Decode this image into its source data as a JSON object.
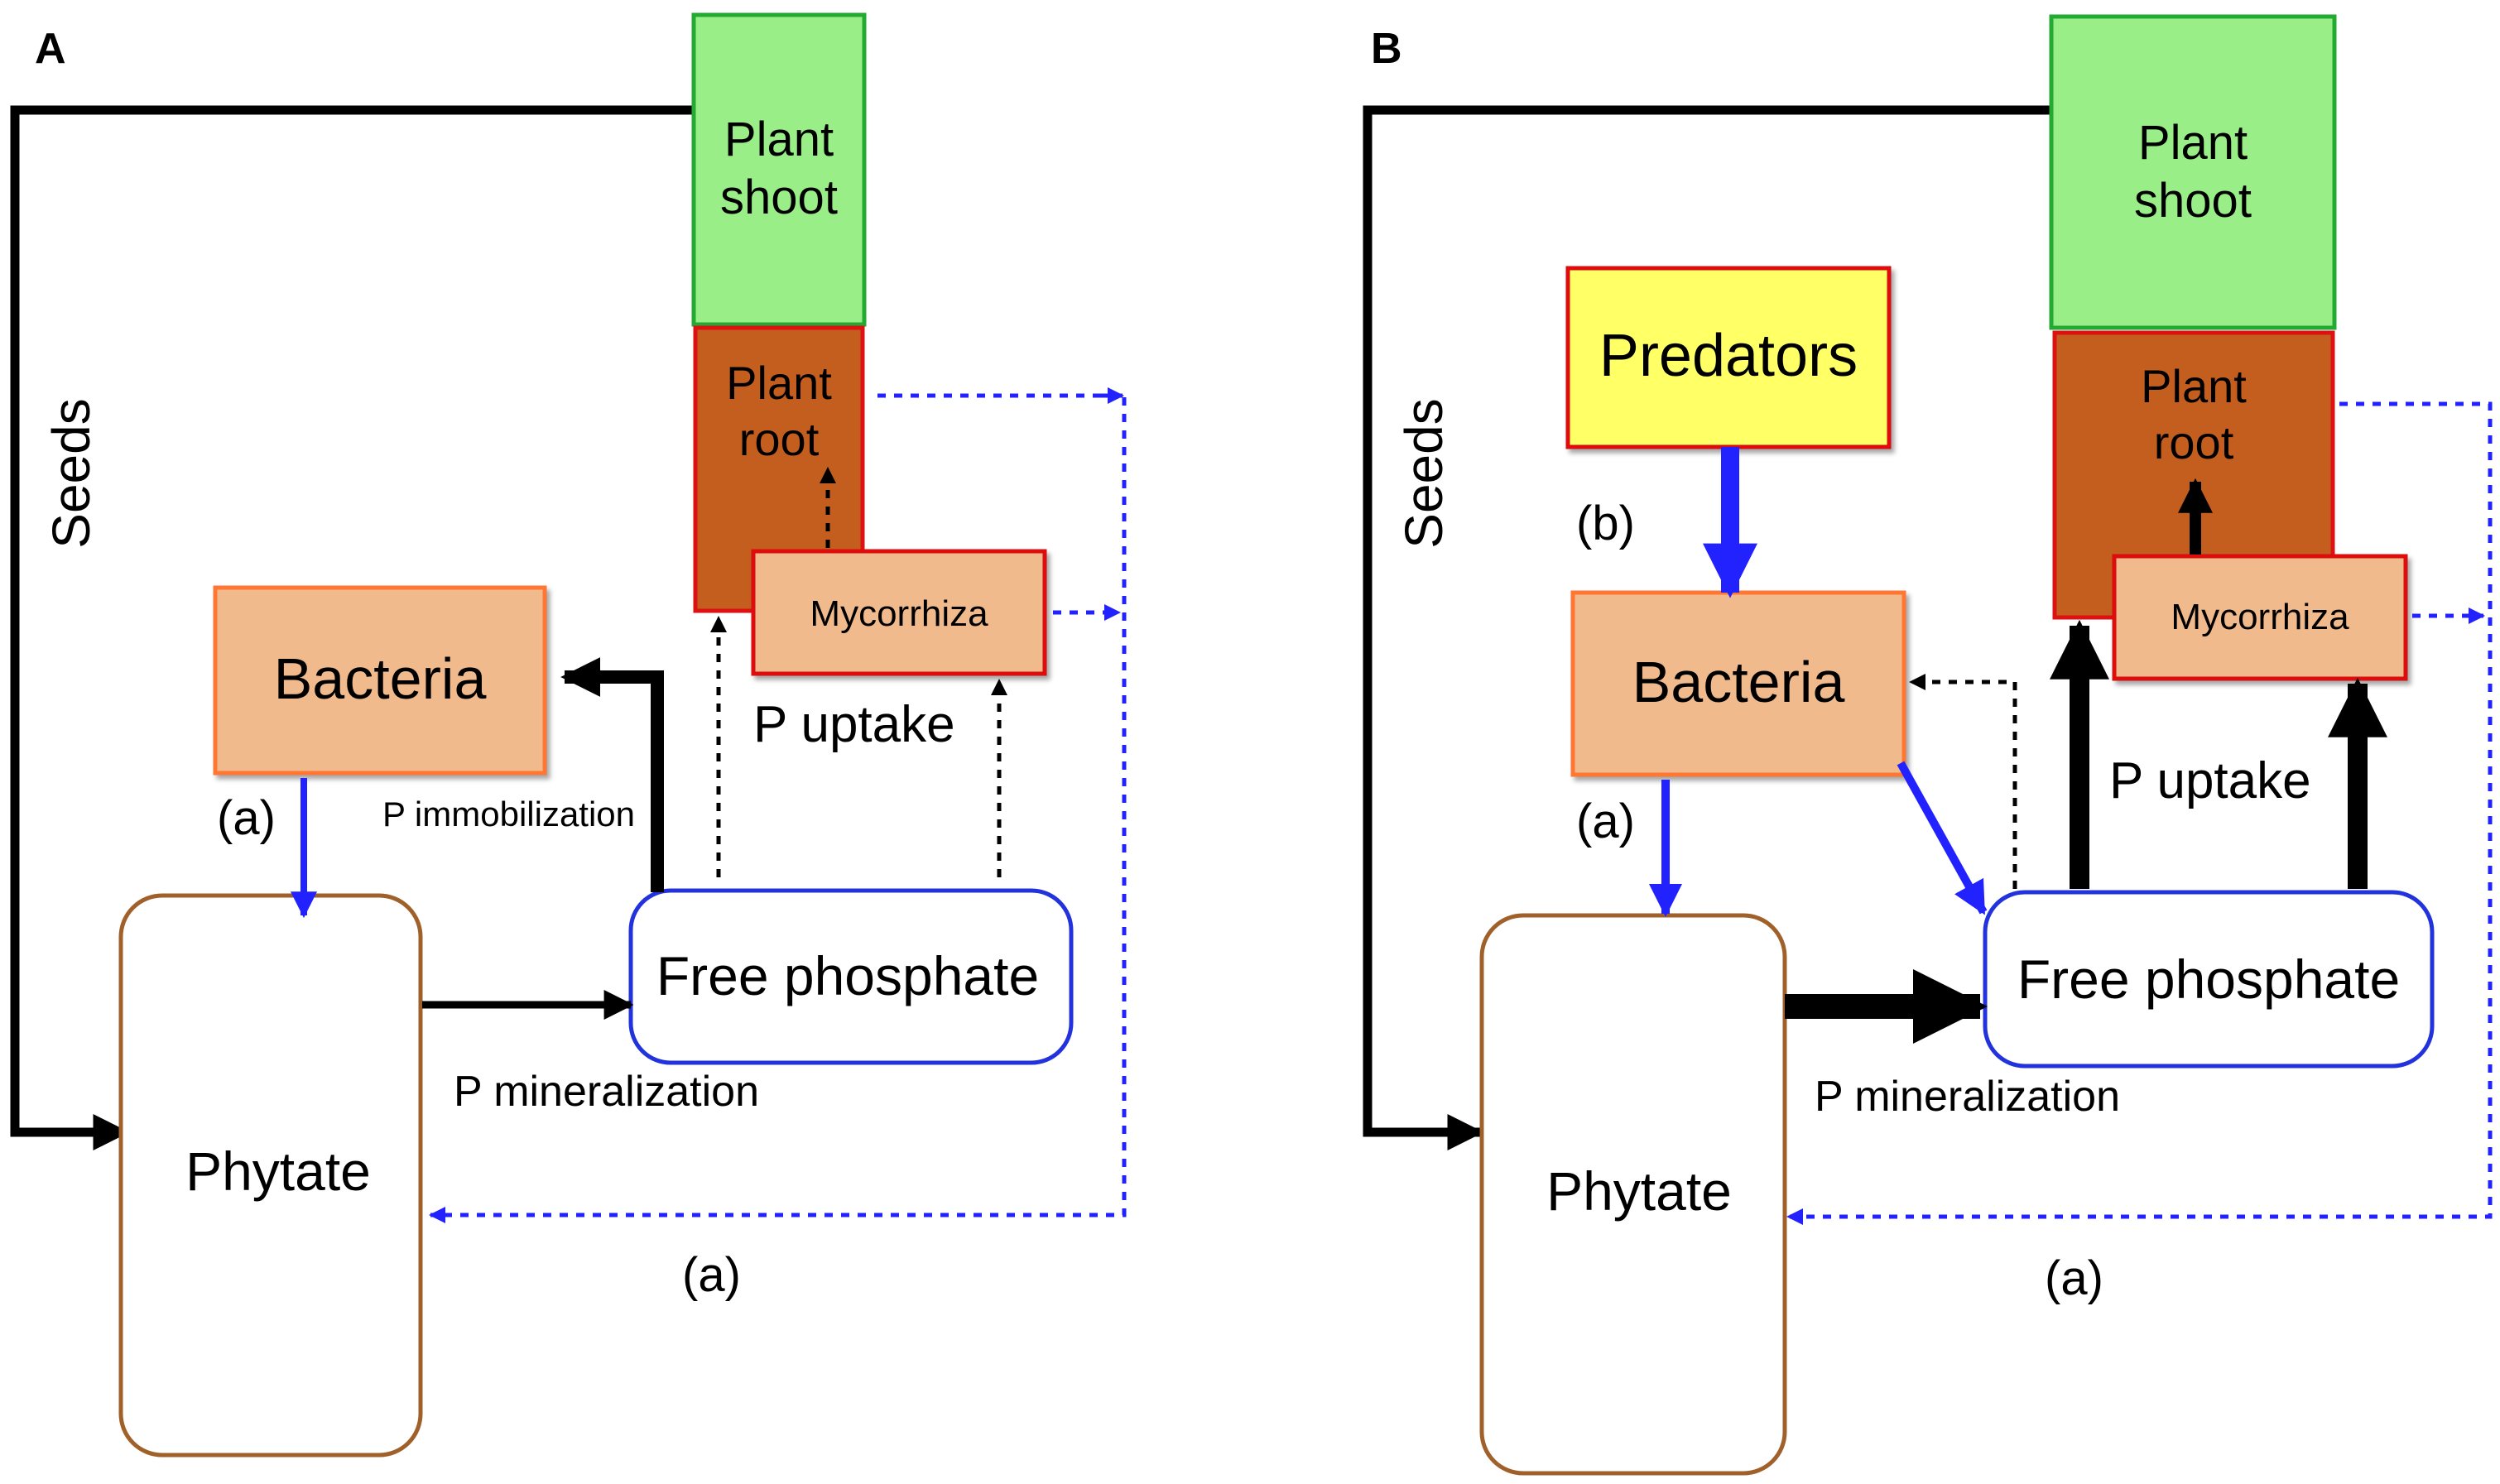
{
  "panelA": {
    "letter": "A",
    "nodes": {
      "plant_shoot": [
        "Plant",
        "shoot"
      ],
      "plant_root": [
        "Plant",
        "root"
      ],
      "mycorrhiza": "Mycorrhiza",
      "bacteria": "Bacteria",
      "phytate": "Phytate",
      "free_phosphate": "Free phosphate"
    },
    "labels": {
      "seeds": "Seeds",
      "p_uptake": "P uptake",
      "p_immobilization": "P immobilization",
      "p_mineralization": "P mineralization",
      "a_bacteria": "(a)",
      "a_bottom": "(a)"
    }
  },
  "panelB": {
    "letter": "B",
    "nodes": {
      "plant_shoot": [
        "Plant",
        "shoot"
      ],
      "plant_root": [
        "Plant",
        "root"
      ],
      "mycorrhiza": "Mycorrhiza",
      "predators": "Predators",
      "bacteria": "Bacteria",
      "phytate": "Phytate",
      "free_phosphate": "Free phosphate"
    },
    "labels": {
      "seeds": "Seeds",
      "p_uptake": "P uptake",
      "p_mineralization": "P mineralization",
      "b_predators": "(b)",
      "a_bacteria": "(a)",
      "a_bottom": "(a)"
    }
  },
  "colors": {
    "shoot_fill": "#99ee88",
    "shoot_border": "#22aa33",
    "root_fill": "#c45e1f",
    "root_border": "#dd1111",
    "microbe_fill": "#f0ba8c",
    "bacteria_border": "#ff7733",
    "mycorrhiza_border": "#dd1111",
    "predators_fill": "#ffff66",
    "predators_border": "#dd1111",
    "phytate_border": "#a0602a",
    "phosphate_border": "#2233dd",
    "blue_flow": "#2222ff",
    "black_flow": "#000000"
  }
}
